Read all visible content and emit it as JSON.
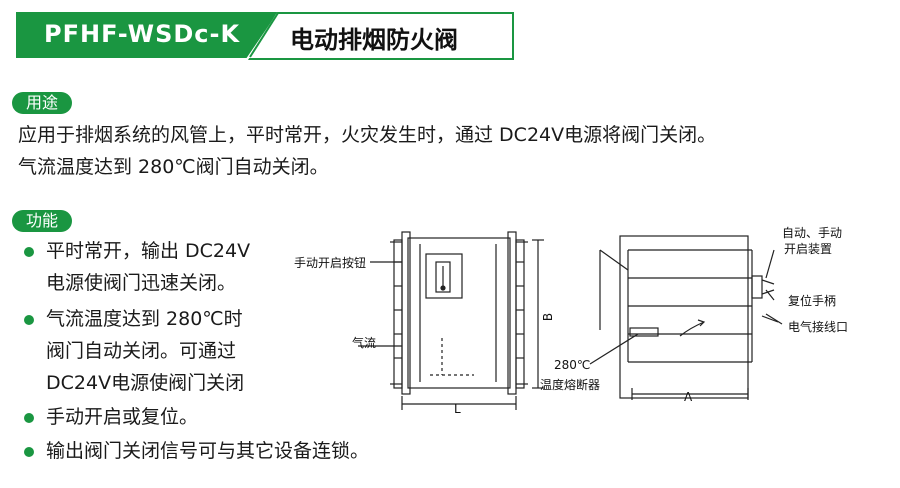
{
  "header": {
    "model": "PFHF-WSDc-K",
    "title": "电动排烟防火阀"
  },
  "usage": {
    "tag": "用途",
    "lines": [
      "应用于排烟系统的风管上，平时常开，火灾发生时，通过 DC24V电源将阀门关闭。",
      "气流温度达到 280℃阀门自动关闭。"
    ]
  },
  "function": {
    "tag": "功能",
    "items": [
      {
        "lines": [
          "平时常开，输出 DC24V",
          "电源使阀门迅速关闭。"
        ]
      },
      {
        "lines": [
          "气流温度达到 280℃时",
          "阀门自动关闭。可通过",
          "DC24V电源使阀门关闭"
        ]
      },
      {
        "lines": [
          "手动开启或复位。"
        ]
      },
      {
        "lines": [
          "输出阀门关闭信号可与其它设备连锁。"
        ]
      }
    ]
  },
  "diagram": {
    "labels": {
      "manual_open_button": "手动开启按钮",
      "airflow": "气流",
      "dim_b": "B",
      "dim_l": "L",
      "auto_manual_open": "自动、手动",
      "auto_manual_open_2": "开启装置",
      "reset_handle": "复位手柄",
      "electric_port": "电气接线口",
      "temp_value": "280℃",
      "fuse": "温度熔断器",
      "dim_a": "A"
    }
  },
  "colors": {
    "accent": "#1a9641"
  }
}
